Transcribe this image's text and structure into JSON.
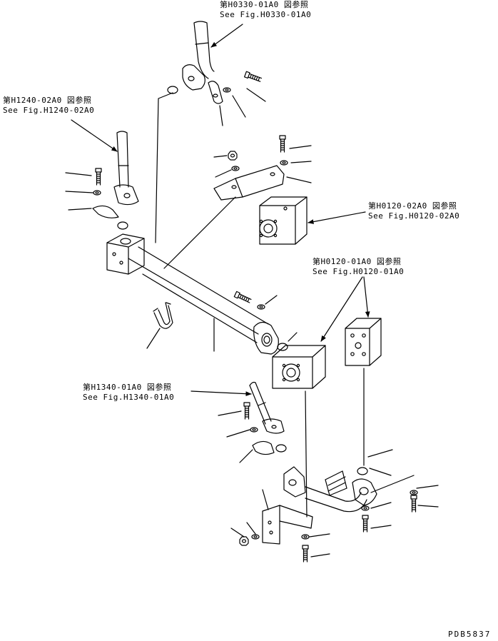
{
  "references": [
    {
      "jp": "第H0330-01A0 図参照",
      "en": "See Fig.H0330-01A0"
    },
    {
      "jp": "第H1240-02A0 図参照",
      "en": "See Fig.H1240-02A0"
    },
    {
      "jp": "第H0120-02A0 図参照",
      "en": "See Fig.H0120-02A0"
    },
    {
      "jp": "第H0120-01A0 図参照",
      "en": "See Fig.H0120-01A0"
    },
    {
      "jp": "第H1340-01A0 図参照",
      "en": "See Fig.H1340-01A0"
    }
  ],
  "drawing_code": "PDB5837"
}
